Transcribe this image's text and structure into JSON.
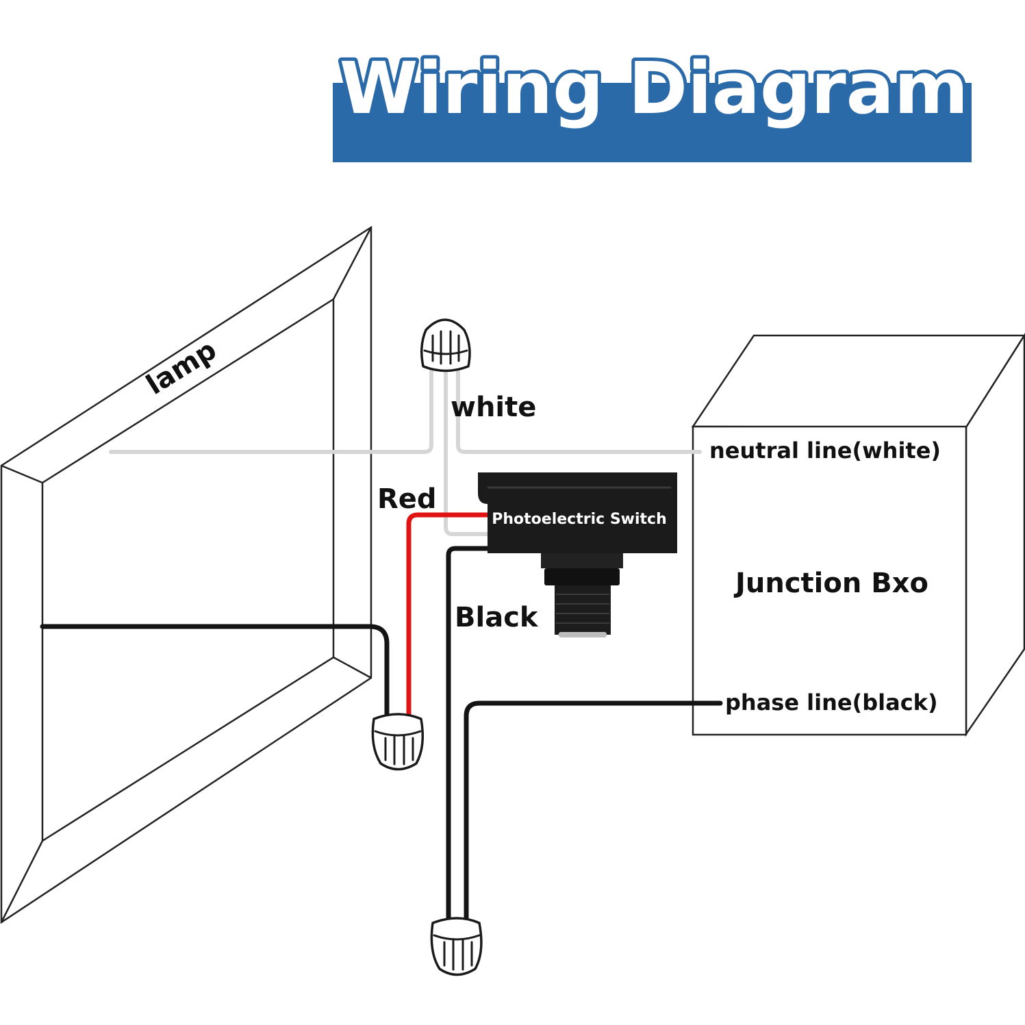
{
  "title": "Wiring Diagram",
  "colors": {
    "banner": "#2a6aa8",
    "wire_black": "#141414",
    "wire_red": "#e01414",
    "wire_white": "#d6d6d6",
    "switch_body": "#1b1b1b"
  },
  "labels": {
    "lamp": "lamp",
    "white": "white",
    "red": "Red",
    "black": "Black",
    "neutral": "neutral line(white)",
    "phase": "phase line(black)",
    "switch": "Photoelectric Switch",
    "junction": "Junction Bxo"
  }
}
